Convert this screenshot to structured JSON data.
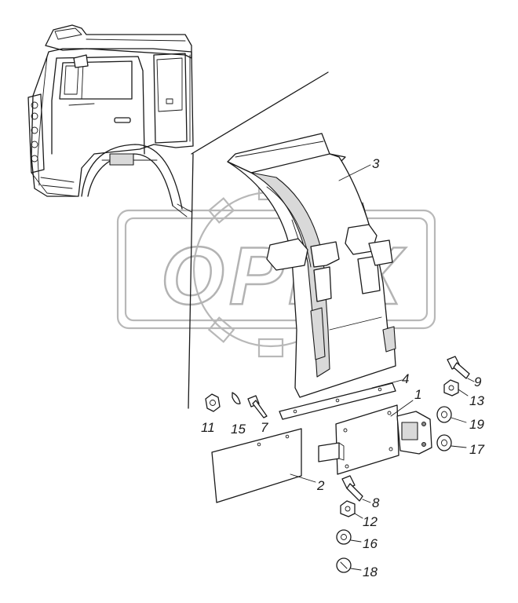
{
  "watermark": {
    "text": "OPEX"
  },
  "callouts": [
    {
      "id": "c3",
      "label": "3"
    },
    {
      "id": "c4",
      "label": "4"
    },
    {
      "id": "c1",
      "label": "1"
    },
    {
      "id": "c2",
      "label": "2"
    },
    {
      "id": "c9",
      "label": "9"
    },
    {
      "id": "c13",
      "label": "13"
    },
    {
      "id": "c19",
      "label": "19"
    },
    {
      "id": "c17",
      "label": "17"
    },
    {
      "id": "c11",
      "label": "11"
    },
    {
      "id": "c15",
      "label": "15"
    },
    {
      "id": "c7",
      "label": "7"
    },
    {
      "id": "c8",
      "label": "8"
    },
    {
      "id": "c12",
      "label": "12"
    },
    {
      "id": "c16",
      "label": "16"
    },
    {
      "id": "c18",
      "label": "18"
    }
  ]
}
